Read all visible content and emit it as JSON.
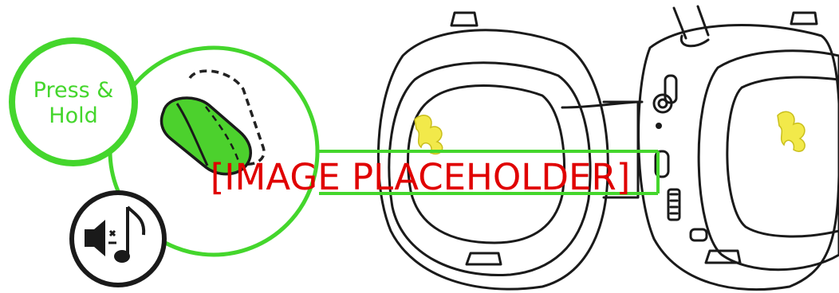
{
  "callout": {
    "line1": "Press &",
    "line2": "Hold"
  },
  "placeholder_label": "[IMAGE PLACEHOLDER]",
  "icons": {
    "press_hold": "press-and-hold-badge",
    "button": "multi-function-button-icon",
    "audio": "audio-mute-music-icon",
    "headset": "headset-illustration"
  },
  "colors": {
    "accent_green": "#44d62c",
    "logo_yellow": "#f2e94a",
    "line": "#1a1a1a",
    "placeholder_red": "#e00000"
  }
}
